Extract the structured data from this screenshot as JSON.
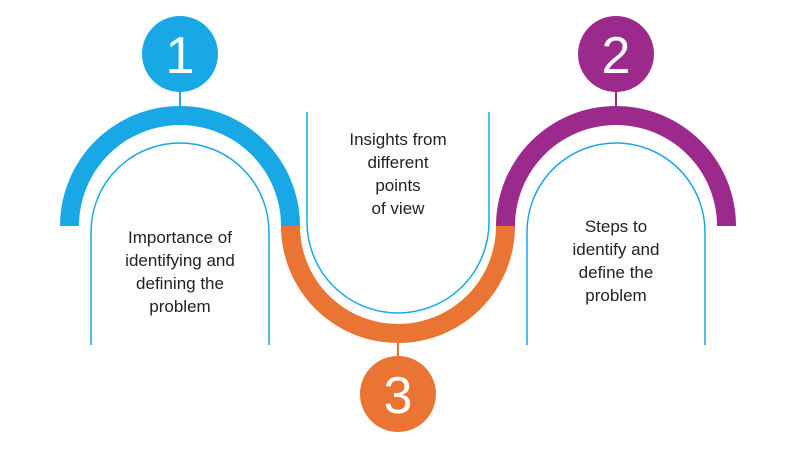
{
  "steps": [
    {
      "number": "1",
      "color": "#19A8E6",
      "lines": [
        "Importance of",
        "identifying and",
        "defining the",
        "problem"
      ]
    },
    {
      "number": "2",
      "color": "#9C2A8C",
      "lines": [
        "Steps to",
        "identify and",
        "define the",
        "problem"
      ]
    },
    {
      "number": "3",
      "color": "#EA7434",
      "lines": [
        "Insights from",
        "different",
        "points",
        "of view"
      ]
    }
  ]
}
